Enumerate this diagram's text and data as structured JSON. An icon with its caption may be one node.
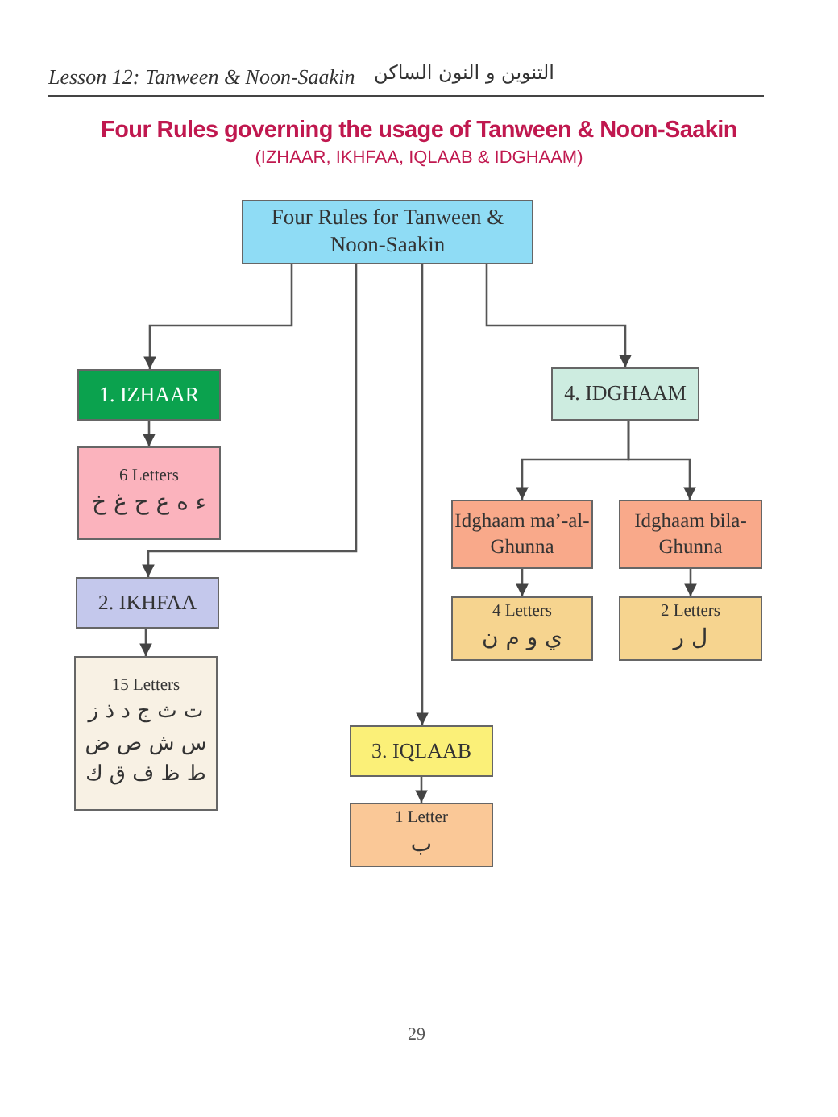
{
  "diagram": {
    "title": "Four Rules governing the usage of Tanween & Noon-Saakin",
    "nodes": [
      {
        "text": [
          "Four Rules for Tanween & Noon-Saakin"
        ]
      },
      {
        "text": [
          "1.  IZHAAR"
        ]
      },
      {
        "text": [
          "6 Letters",
          "ء ه ع ح غ خ"
        ]
      },
      {
        "text": [
          "2.  IKHFAA"
        ]
      },
      {
        "text": [
          "15 Letters",
          "ت ث ج د ذ ز س ش ص ض ط ظ ف ق ك"
        ]
      },
      {
        "text": [
          "3.  IQLAAB"
        ]
      },
      {
        "text": [
          "1 Letter",
          "ب"
        ]
      },
      {
        "text": [
          "4.  IDGHAAM"
        ]
      },
      {
        "text": [
          "Idghaam ma’-al-Ghunna"
        ]
      },
      {
        "text": [
          "Idghaam bila-Ghunna"
        ]
      },
      {
        "text": [
          "4 Letters",
          "ي و م ن"
        ]
      },
      {
        "text": [
          "2 Letters",
          "ل ر"
        ]
      }
    ],
    "edges": [
      {
        "from": 0,
        "to": 1,
        "arrow": "to"
      },
      {
        "from": 0,
        "to": 3,
        "arrow": "to"
      },
      {
        "from": 0,
        "to": 5,
        "arrow": "to"
      },
      {
        "from": 0,
        "to": 7,
        "arrow": "to"
      },
      {
        "from": 1,
        "to": 2,
        "arrow": "to"
      },
      {
        "from": 3,
        "to": 4,
        "arrow": "to"
      },
      {
        "from": 5,
        "to": 6,
        "arrow": "to"
      },
      {
        "from": 7,
        "to": 8,
        "arrow": "to"
      },
      {
        "from": 7,
        "to": 9,
        "arrow": "to"
      },
      {
        "from": 8,
        "to": 10,
        "arrow": "to"
      },
      {
        "from": 9,
        "to": 11,
        "arrow": "to"
      }
    ],
    "labels": [
      "Lesson 12: Tanween & Noon-Saakin",
      "التنوين و النون الساكن",
      "(IZHAAR, IKHFAA, IQLAAB & IDGHAAM)",
      "29"
    ]
  }
}
